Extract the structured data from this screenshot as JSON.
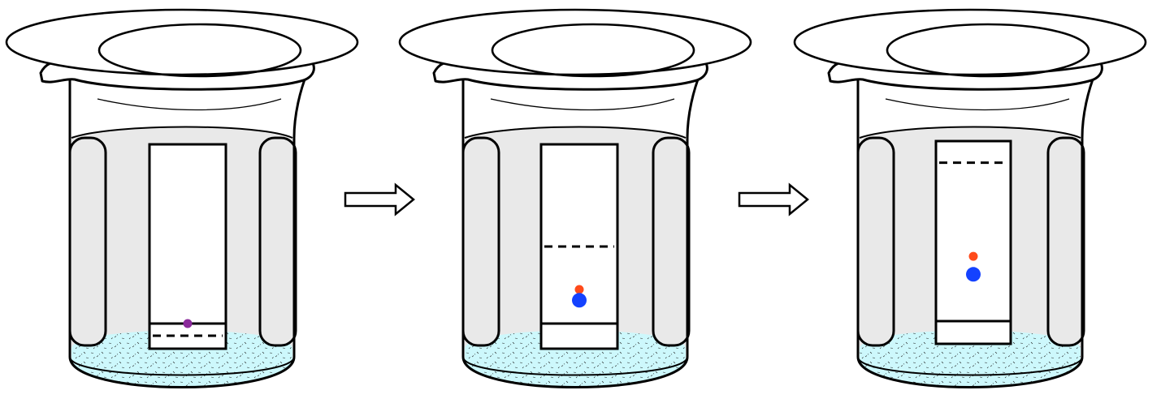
{
  "diagram": {
    "colors": {
      "stroke": "#000000",
      "lid": "#ffffff",
      "glass_wall": "#e9e9e9",
      "solvent": "#cdf8fc",
      "plate": "#ffffff",
      "spot_purple": "#8b2a9b",
      "spot_red": "#ff4a1a",
      "spot_blue": "#1442ff"
    },
    "stages": [
      {
        "solvent_front_fraction": 0.06,
        "spots": [
          {
            "color": "purple",
            "height_fraction": 0.1
          }
        ]
      },
      {
        "solvent_front_fraction": 0.43,
        "spots": [
          {
            "color": "red",
            "height_fraction": 0.19
          },
          {
            "color": "blue",
            "height_fraction": 0.13
          }
        ]
      },
      {
        "solvent_front_fraction": 0.88,
        "spots": [
          {
            "color": "red",
            "height_fraction": 0.36
          },
          {
            "color": "blue",
            "height_fraction": 0.26
          }
        ]
      }
    ],
    "arrows": [
      {
        "direction": "right"
      },
      {
        "direction": "right"
      }
    ]
  }
}
